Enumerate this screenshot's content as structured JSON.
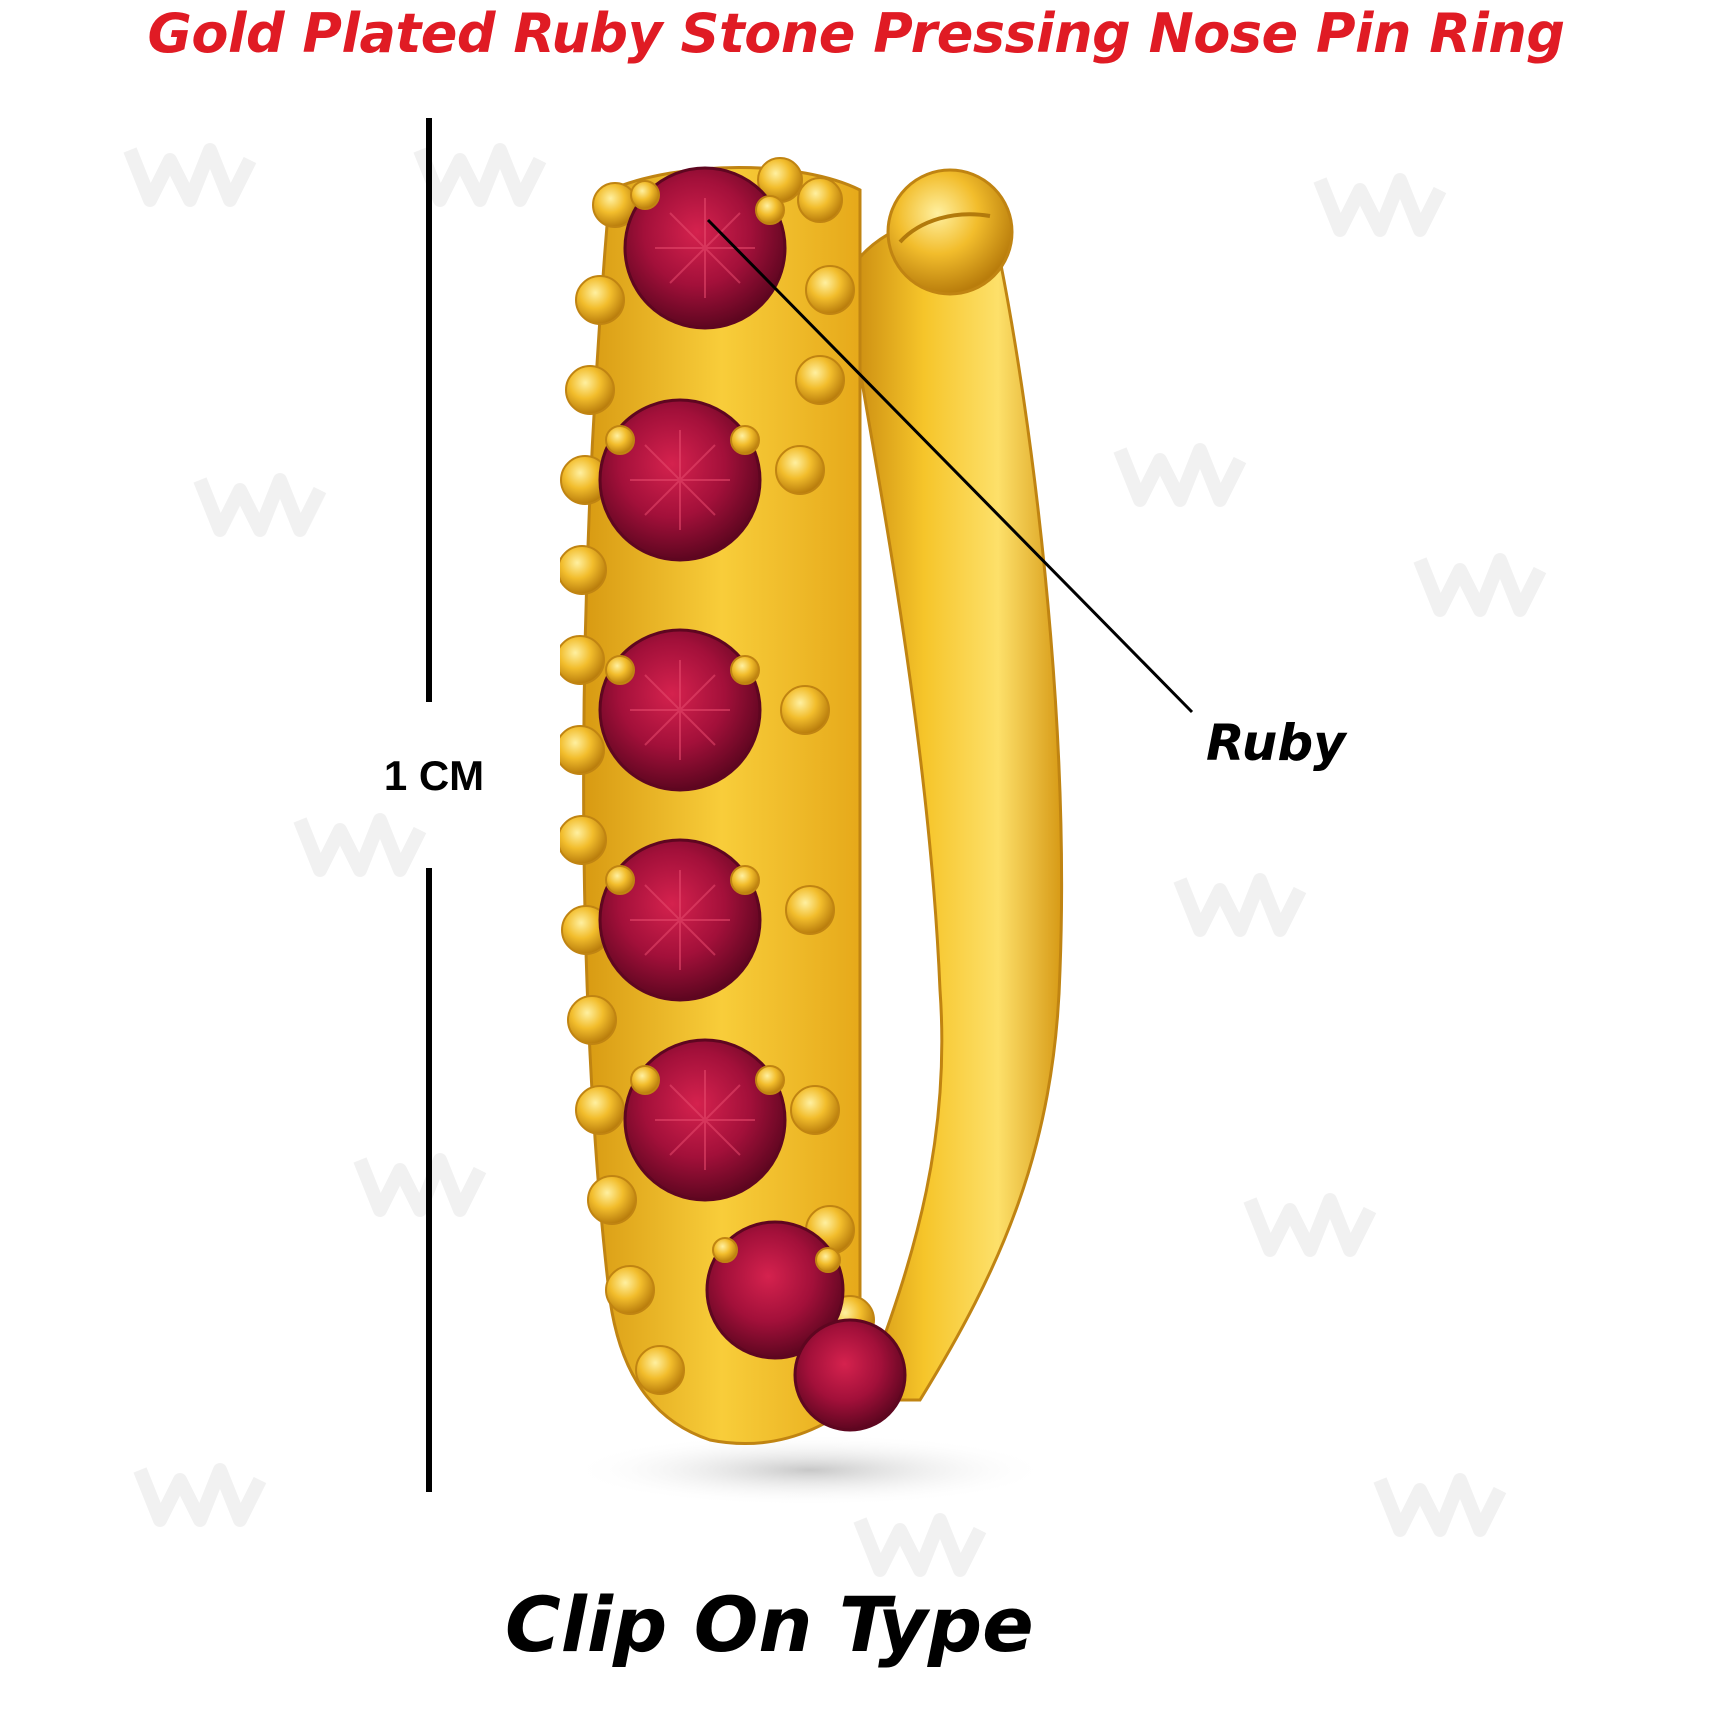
{
  "title": "Gold Plated Ruby Stone Pressing Nose Pin Ring",
  "measurement": {
    "label": "1 CM"
  },
  "callout": {
    "label": "Ruby"
  },
  "footer": {
    "label": "Clip On Type"
  },
  "colors": {
    "title": "#e01b24",
    "gold": "#f3b81a",
    "ruby": "#a3103a",
    "text": "#000000"
  },
  "icons": {
    "watermark": "wm-logo-watermark"
  }
}
